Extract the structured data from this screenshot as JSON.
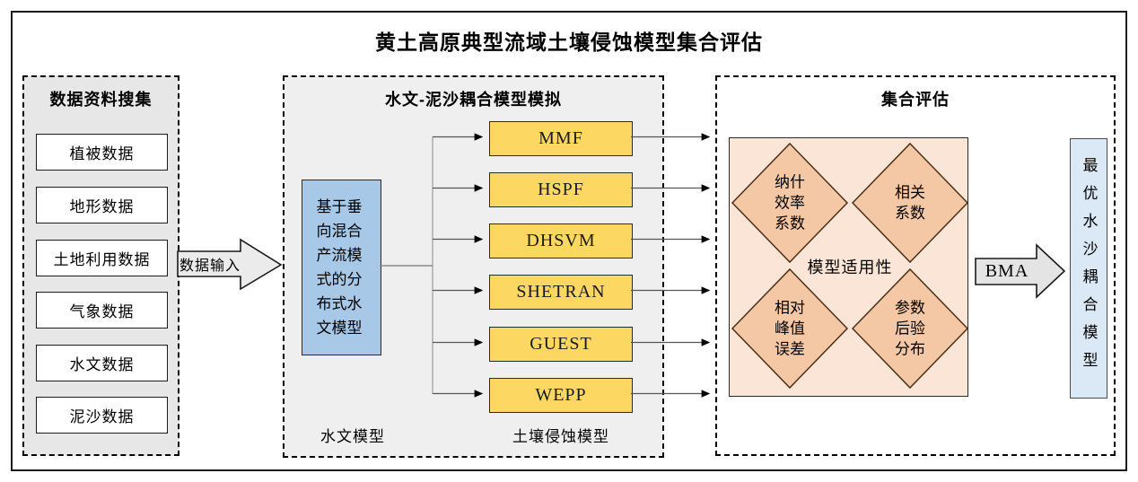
{
  "title": "黄土高原典型流域土壤侵蚀模型集合评估",
  "left_panel": {
    "header": "数据资料搜集",
    "items": [
      "植被数据",
      "地形数据",
      "土地利用数据",
      "气象数据",
      "水文数据",
      "泥沙数据"
    ]
  },
  "arrows": {
    "data_input": "数据输入",
    "bma": "BMA"
  },
  "middle_panel": {
    "header": "水文-泥沙耦合模型模拟",
    "hydrology_model": "基于垂向混合产流模式的分布式水文模型",
    "erosion_models": [
      "MMF",
      "HSPF",
      "DHSVM",
      "SHETRAN",
      "GUEST",
      "WEPP"
    ],
    "label_hydrology": "水文模型",
    "label_erosion": "土壤侵蚀模型"
  },
  "right_panel": {
    "header": "集合评估",
    "applicability": "模型适用性",
    "criteria": [
      "纳什效率系数",
      "相关系数",
      "相对峰值误差",
      "参数后验分布"
    ],
    "output_model": "最优水沙耦合模型"
  },
  "colors": {
    "panel_gray": "#e7e7e7",
    "model_yellow": "#fcd863",
    "hydro_blue": "#a8c8e8",
    "output_blue": "#dbe8f6",
    "criteria_bg": "#fbe5d6",
    "diamond_orange": "#f5c8a5"
  }
}
